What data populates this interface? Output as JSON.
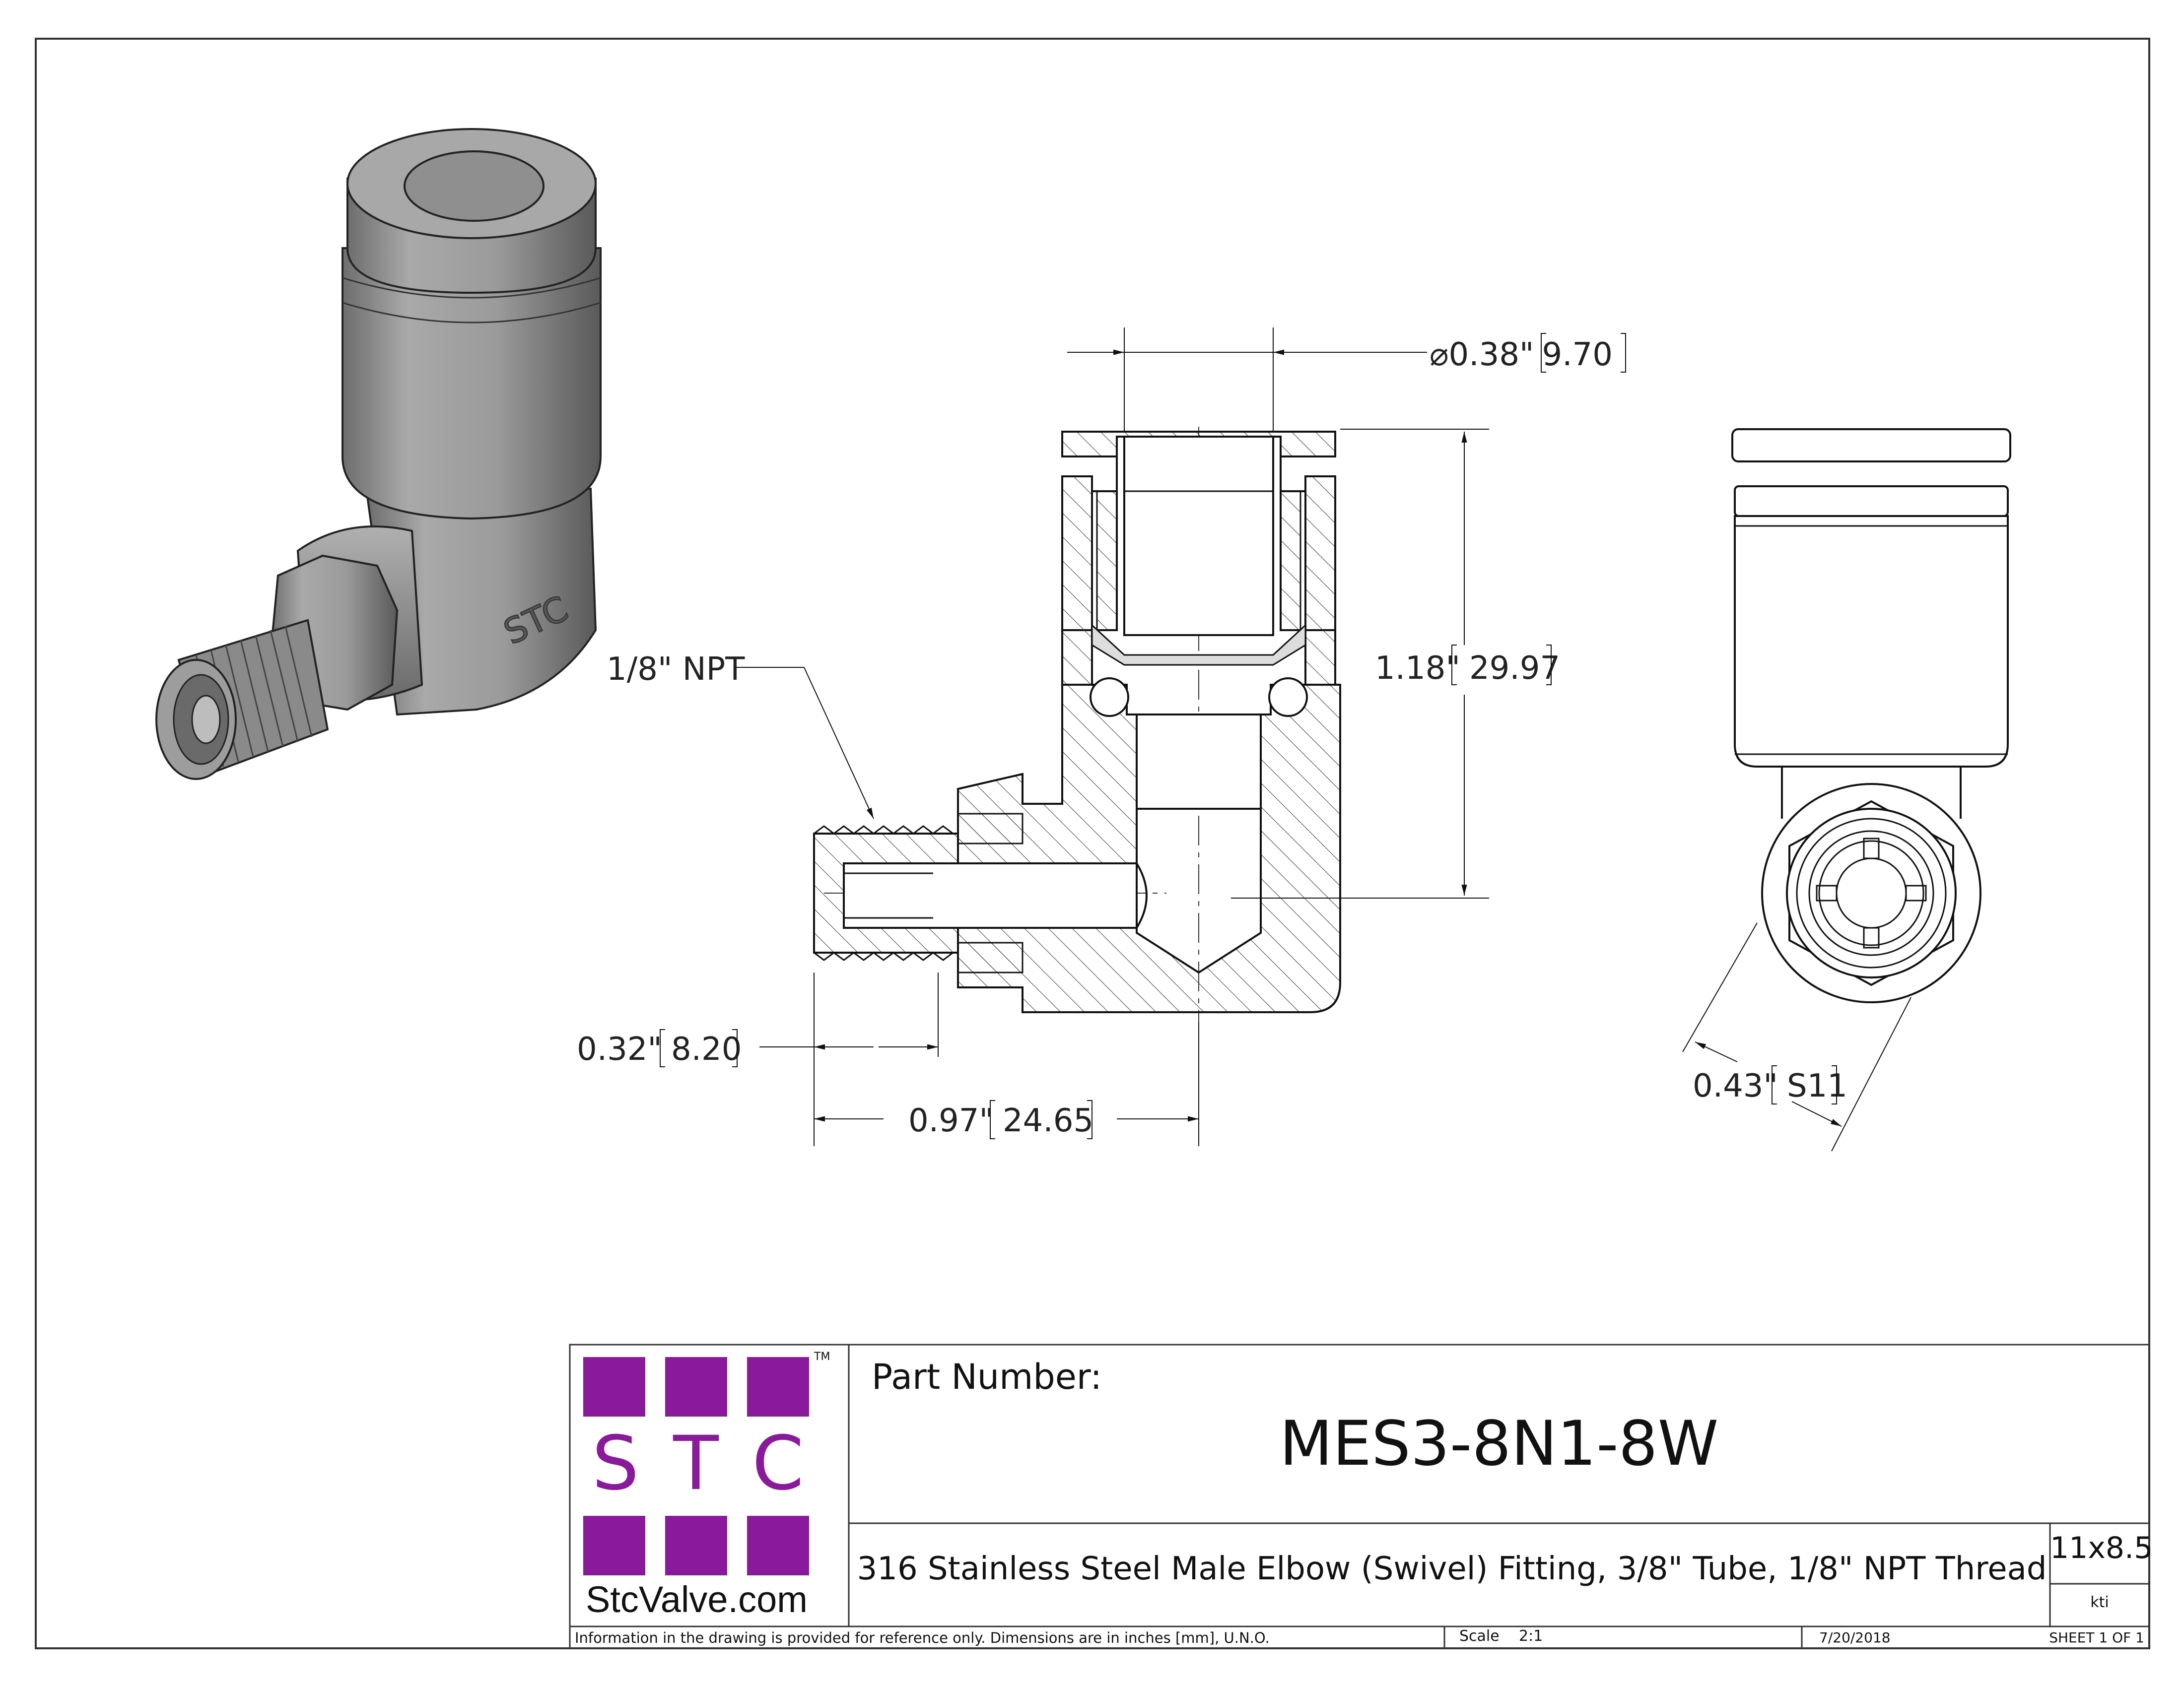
{
  "drawing": {
    "views": {
      "section": {
        "callouts": {
          "bore_diameter": {
            "symbol": "⌀",
            "inch": "0.38\"",
            "mm": "9.70"
          },
          "height": {
            "inch": "1.18\"",
            "mm": "29.97"
          },
          "thread": {
            "label": "1/8\" NPT"
          },
          "thread_length": {
            "inch": "0.32\"",
            "mm": "8.20"
          },
          "overall_length": {
            "inch": "0.97\"",
            "mm": "24.65"
          }
        }
      },
      "iso": {
        "body_marking": "STC"
      },
      "side": {
        "callouts": {
          "hex": {
            "inch": "0.43\"",
            "mm": "S11"
          }
        }
      }
    }
  },
  "title_block": {
    "logo": {
      "letters": [
        "S",
        "T",
        "C"
      ],
      "trademark": "TM",
      "website": "StcValve.com",
      "color": "#8a1a9b"
    },
    "part_number_label": "Part Number:",
    "part_number": "MES3-8N1-8W",
    "description": "316 Stainless Steel Male Elbow (Swivel) Fitting, 3/8\" Tube, 1/8\" NPT Thread",
    "sheet_size": "11x8.5",
    "drawn_by": "kti",
    "note": "Information in the drawing is provided for reference only. Dimensions are in inches [mm], U.N.O.",
    "scale_label": "Scale",
    "scale_value": "2:1",
    "date": "7/20/2018",
    "sheet": "SHEET 1 OF 1"
  }
}
